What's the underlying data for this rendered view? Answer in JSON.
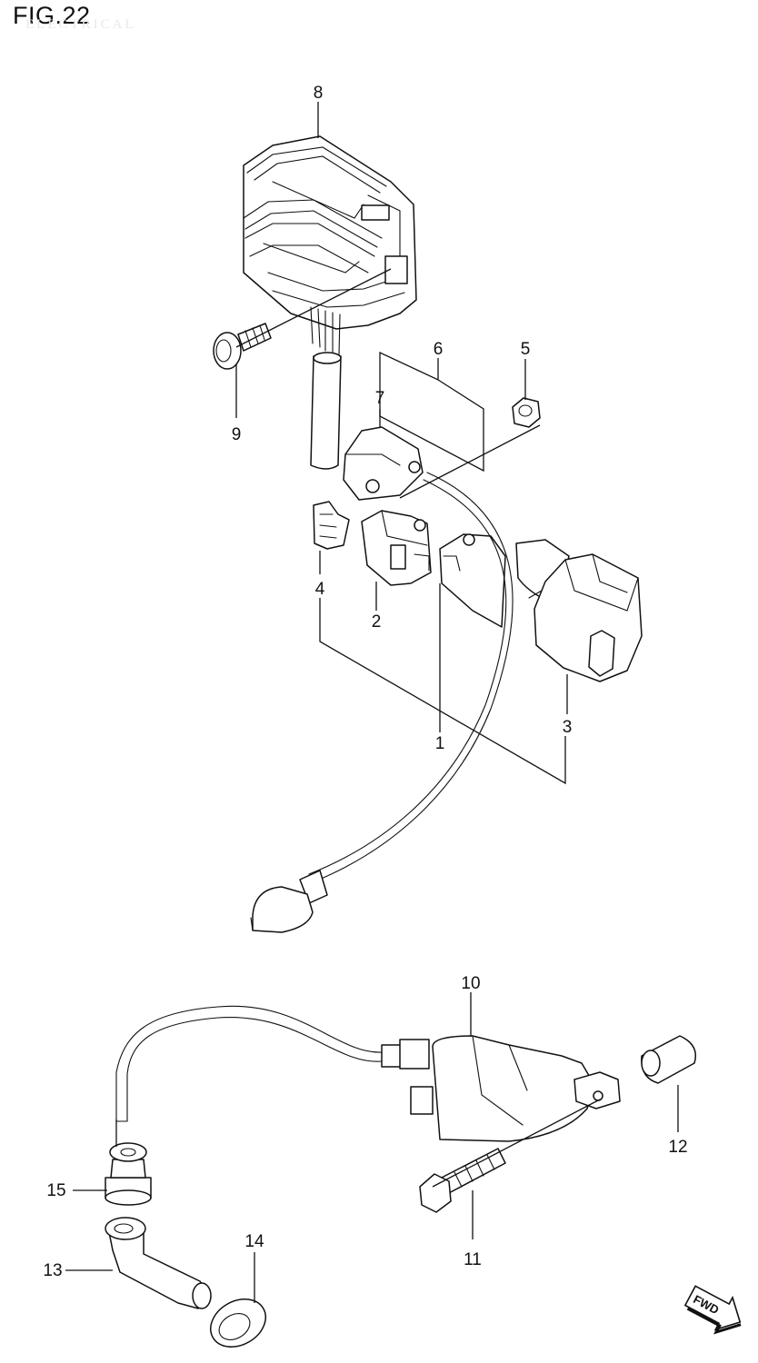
{
  "figure": {
    "title": "FIG.22",
    "subtitle": "ELECTRICAL"
  },
  "callouts": {
    "c1": "1",
    "c2": "2",
    "c3": "3",
    "c4": "4",
    "c5": "5",
    "c6": "6",
    "c7": "7",
    "c8": "8",
    "c9": "9",
    "c10": "10",
    "c11": "11",
    "c12": "12",
    "c13": "13",
    "c14": "14",
    "c15": "15"
  },
  "fwd_badge": "FWD",
  "icons": {
    "fwd": "fwd-arrow-icon"
  }
}
